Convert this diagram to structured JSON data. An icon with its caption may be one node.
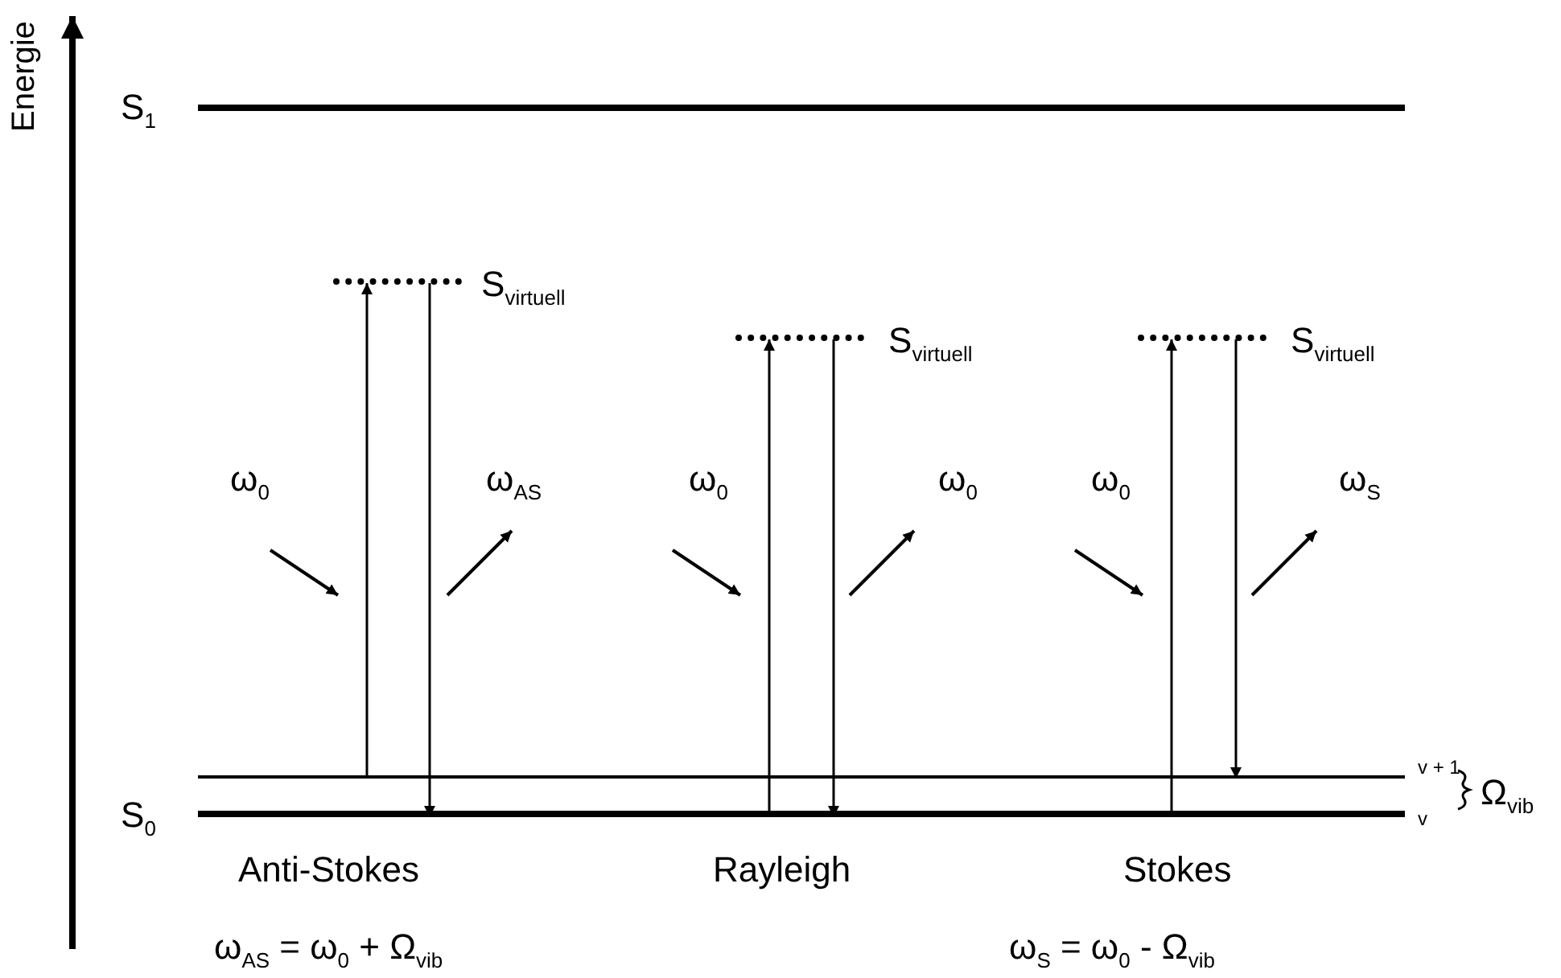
{
  "diagram": {
    "nodes": [
      {
        "text": [
          "S$_{1}$"
        ]
      },
      {
        "text": [
          "S$_{virtuell}$"
        ]
      },
      {
        "text": [
          "S$_{virtuell}$"
        ]
      },
      {
        "text": [
          "S$_{virtuell}$"
        ]
      },
      {
        "text": [
          "v + 1"
        ]
      },
      {
        "text": [
          "S$_{0}$",
          "v"
        ]
      }
    ],
    "edges": [
      {
        "from": 4,
        "to": 1,
        "arrow": "to"
      },
      {
        "from": 1,
        "to": 5,
        "arrow": "to"
      },
      {
        "from": 5,
        "to": 2,
        "arrow": "to"
      },
      {
        "from": 2,
        "to": 5,
        "arrow": "to"
      },
      {
        "from": 5,
        "to": 3,
        "arrow": "to"
      },
      {
        "from": 3,
        "to": 4,
        "arrow": "to"
      }
    ],
    "labels": [
      "Energie",
      "ω$_{0}$",
      "ω$_{AS}$",
      "ω$_{0}$",
      "ω$_{0}$",
      "ω$_{0}$",
      "ω$_{S}$",
      "Ω$_{vib}$",
      "Anti-Stokes",
      "Rayleigh",
      "Stokes",
      "ω$_{AS}$ = ω$_{0}$ + Ω$_{vib}$",
      "ω$_{S}$ = ω$_{0}$ - Ω$_{vib}$"
    ]
  }
}
